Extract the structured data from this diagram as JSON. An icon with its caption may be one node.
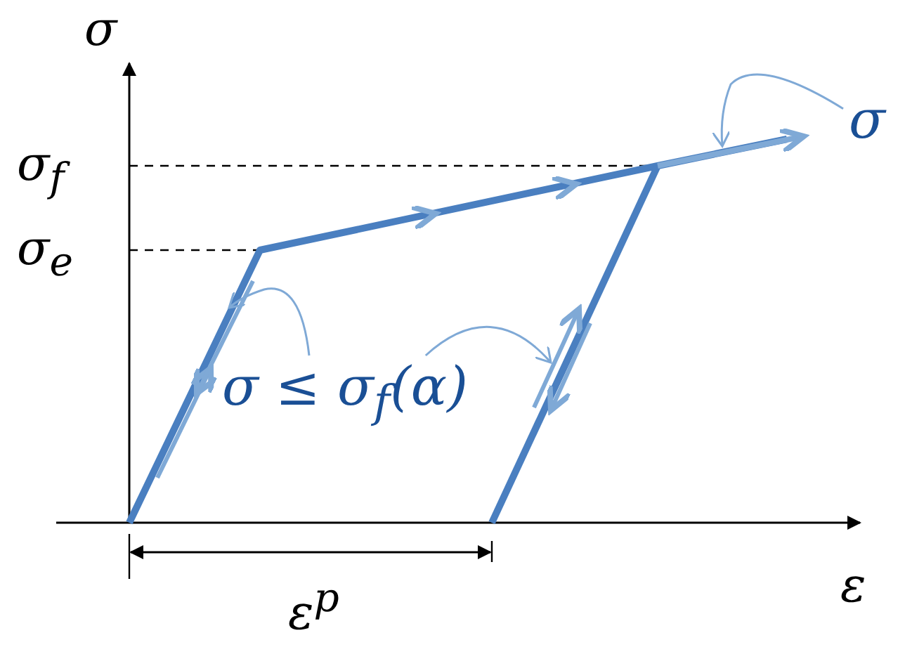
{
  "diagram": {
    "nodes": [
      {
        "text": [
          "σ"
        ]
      },
      {
        "text": [
          "σ ≤ σ$_{f}$(α)"
        ]
      }
    ],
    "edges": [
      {
        "from": 0,
        "to": null,
        "arrow": "to"
      },
      {
        "from": 1,
        "to": null,
        "arrow": "to"
      },
      {
        "from": 1,
        "to": null,
        "arrow": "to"
      }
    ],
    "labels": [
      "σ",
      "σ$_{f}$",
      "σ$_{e}$",
      "ε",
      "ε$^{p}$"
    ]
  }
}
